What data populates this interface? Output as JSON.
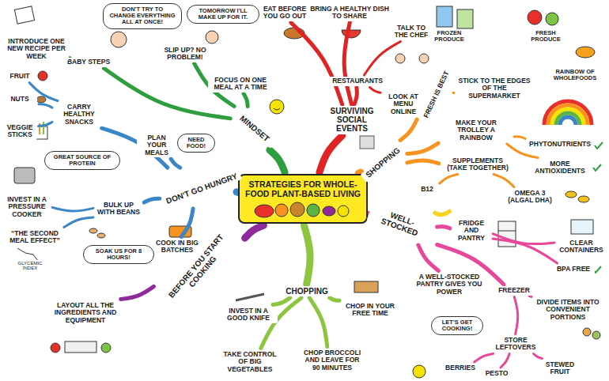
{
  "diagram": {
    "nodes": [
      {
        "text": [
          "STRATEGIES FOR WHOLE-FOOD PLANT-BASED LIVING"
        ]
      },
      {
        "text": [
          "MINDSET"
        ]
      },
      {
        "text": [
          "BABY STEPS"
        ]
      },
      {
        "text": [
          "INTRODUCE ONE NEW RECIPE PER WEEK"
        ]
      },
      {
        "text": [
          "SLIP UP? NO PROBLEM!"
        ]
      },
      {
        "text": [
          "FOCUS ON ONE MEAL AT A TIME"
        ]
      },
      {
        "text": [
          "SURVIVING SOCIAL EVENTS"
        ]
      },
      {
        "text": [
          "EAT BEFORE YOU GO OUT"
        ]
      },
      {
        "text": [
          "BRING A HEALTHY DISH TO SHARE"
        ]
      },
      {
        "text": [
          "RESTAURANTS"
        ]
      },
      {
        "text": [
          "TALK TO THE CHEF"
        ]
      },
      {
        "text": [
          "LOOK AT MENU ONLINE"
        ]
      },
      {
        "text": [
          "SHOPPING"
        ]
      },
      {
        "text": [
          "FRESH IS BEST"
        ]
      },
      {
        "text": [
          "STICK TO THE EDGES OF THE SUPERMARKET"
        ]
      },
      {
        "text": [
          "MAKE YOUR TROLLEY A RAINBOW"
        ]
      },
      {
        "text": [
          "PHYTONUTRIENTS"
        ]
      },
      {
        "text": [
          "MORE ANTIOXIDENTS"
        ]
      },
      {
        "text": [
          "SUPPLEMENTS (TAKE TOGETHER)"
        ]
      },
      {
        "text": [
          "B12"
        ]
      },
      {
        "text": [
          "OMEGA 3 (ALGAL DHA)"
        ]
      },
      {
        "text": [
          "WELL-STOCKED"
        ]
      },
      {
        "text": [
          "FRIDGE AND PANTRY"
        ]
      },
      {
        "text": [
          "CLEAR CONTAINERS"
        ]
      },
      {
        "text": [
          "BPA FREE"
        ]
      },
      {
        "text": [
          "A WELL-STOCKED PANTRY GIVES YOU POWER"
        ]
      },
      {
        "text": [
          "FREEZER"
        ]
      },
      {
        "text": [
          "DIVIDE ITEMS INTO CONVENIENT PORTIONS"
        ]
      },
      {
        "text": [
          "STORE LEFTOVERS"
        ]
      },
      {
        "text": [
          "BERRIES"
        ]
      },
      {
        "text": [
          "PESTO"
        ]
      },
      {
        "text": [
          "STEWED FRUIT"
        ]
      },
      {
        "text": [
          "CHOPPING"
        ]
      },
      {
        "text": [
          "CHOP IN YOUR FREE TIME"
        ]
      },
      {
        "text": [
          "INVEST IN A GOOD KNIFE"
        ]
      },
      {
        "text": [
          "TAKE CONTROL OF BIG VEGETABLES"
        ]
      },
      {
        "text": [
          "CHOP BROCCOLI AND LEAVE FOR 90 MINUTES"
        ]
      },
      {
        "text": [
          "BEFORE YOU START COOKING"
        ]
      },
      {
        "text": [
          "LAYOUT ALL THE INGREDIENTS AND EQUIPMENT"
        ]
      },
      {
        "text": [
          "DON'T GO HUNGRY"
        ]
      },
      {
        "text": [
          "PLAN YOUR MEALS"
        ]
      },
      {
        "text": [
          "CARRY HEALTHY SNACKS"
        ]
      },
      {
        "text": [
          "FRUIT"
        ]
      },
      {
        "text": [
          "NUTS"
        ]
      },
      {
        "text": [
          "VEGGIE STICKS"
        ]
      },
      {
        "text": [
          "BULK UP WITH BEANS"
        ]
      },
      {
        "text": [
          "INVEST IN A PRESSURE COOKER"
        ]
      },
      {
        "text": [
          "“THE SECOND MEAL EFFECT”"
        ]
      },
      {
        "text": [
          "COOK IN BIG BATCHES"
        ]
      }
    ],
    "edges": [
      {
        "from": 0,
        "to": 1,
        "arrow": "none"
      },
      {
        "from": 1,
        "to": 2,
        "arrow": "none"
      },
      {
        "from": 2,
        "to": 3,
        "arrow": "none"
      },
      {
        "from": 1,
        "to": 4,
        "arrow": "none"
      },
      {
        "from": 1,
        "to": 5,
        "arrow": "none"
      },
      {
        "from": 0,
        "to": 6,
        "arrow": "none"
      },
      {
        "from": 6,
        "to": 7,
        "arrow": "none"
      },
      {
        "from": 6,
        "to": 8,
        "arrow": "none"
      },
      {
        "from": 6,
        "to": 9,
        "arrow": "none"
      },
      {
        "from": 9,
        "to": 10,
        "arrow": "none"
      },
      {
        "from": 9,
        "to": 11,
        "arrow": "none"
      },
      {
        "from": 0,
        "to": 12,
        "arrow": "none"
      },
      {
        "from": 12,
        "to": 13,
        "arrow": "none"
      },
      {
        "from": 13,
        "to": 14,
        "arrow": "none"
      },
      {
        "from": 12,
        "to": 15,
        "arrow": "none"
      },
      {
        "from": 15,
        "to": 16,
        "arrow": "none"
      },
      {
        "from": 15,
        "to": 17,
        "arrow": "none"
      },
      {
        "from": 12,
        "to": 18,
        "arrow": "none"
      },
      {
        "from": 18,
        "to": 19,
        "arrow": "none"
      },
      {
        "from": 18,
        "to": 20,
        "arrow": "none"
      },
      {
        "from": 0,
        "to": 21,
        "arrow": "none"
      },
      {
        "from": 21,
        "to": 22,
        "arrow": "none"
      },
      {
        "from": 22,
        "to": 23,
        "arrow": "none"
      },
      {
        "from": 22,
        "to": 24,
        "arrow": "none"
      },
      {
        "from": 21,
        "to": 25,
        "arrow": "none"
      },
      {
        "from": 21,
        "to": 26,
        "arrow": "none"
      },
      {
        "from": 26,
        "to": 27,
        "arrow": "none"
      },
      {
        "from": 26,
        "to": 28,
        "arrow": "none"
      },
      {
        "from": 28,
        "to": 29,
        "arrow": "none"
      },
      {
        "from": 28,
        "to": 30,
        "arrow": "none"
      },
      {
        "from": 28,
        "to": 31,
        "arrow": "none"
      },
      {
        "from": 0,
        "to": 32,
        "arrow": "none"
      },
      {
        "from": 32,
        "to": 33,
        "arrow": "none"
      },
      {
        "from": 32,
        "to": 34,
        "arrow": "none"
      },
      {
        "from": 32,
        "to": 35,
        "arrow": "none"
      },
      {
        "from": 32,
        "to": 36,
        "arrow": "none"
      },
      {
        "from": 0,
        "to": 37,
        "arrow": "none"
      },
      {
        "from": 37,
        "to": 38,
        "arrow": "none"
      },
      {
        "from": 0,
        "to": 39,
        "arrow": "none"
      },
      {
        "from": 39,
        "to": 40,
        "arrow": "none"
      },
      {
        "from": 39,
        "to": 41,
        "arrow": "none"
      },
      {
        "from": 41,
        "to": 42,
        "arrow": "none"
      },
      {
        "from": 41,
        "to": 43,
        "arrow": "none"
      },
      {
        "from": 41,
        "to": 44,
        "arrow": "none"
      },
      {
        "from": 39,
        "to": 45,
        "arrow": "none"
      },
      {
        "from": 45,
        "to": 46,
        "arrow": "none"
      },
      {
        "from": 45,
        "to": 47,
        "arrow": "none"
      },
      {
        "from": 39,
        "to": 48,
        "arrow": "none"
      }
    ],
    "labels": [
      "DON'T TRY TO CHANGE EVERYTHING ALL AT ONCE!",
      "TOMORROW I'LL MAKE UP FOR IT.",
      "FROZEN PRODUCE",
      "FRESH PRODUCE",
      "RAINBOW OF WHOLEFOODS",
      "LET'S GET COOKING!",
      "NEED FOOD!",
      "GREAT SOURCE OF PROTEIN",
      "SOAK US FOR 8 HOURS!",
      "GLYCEMIC INDEX"
    ]
  }
}
